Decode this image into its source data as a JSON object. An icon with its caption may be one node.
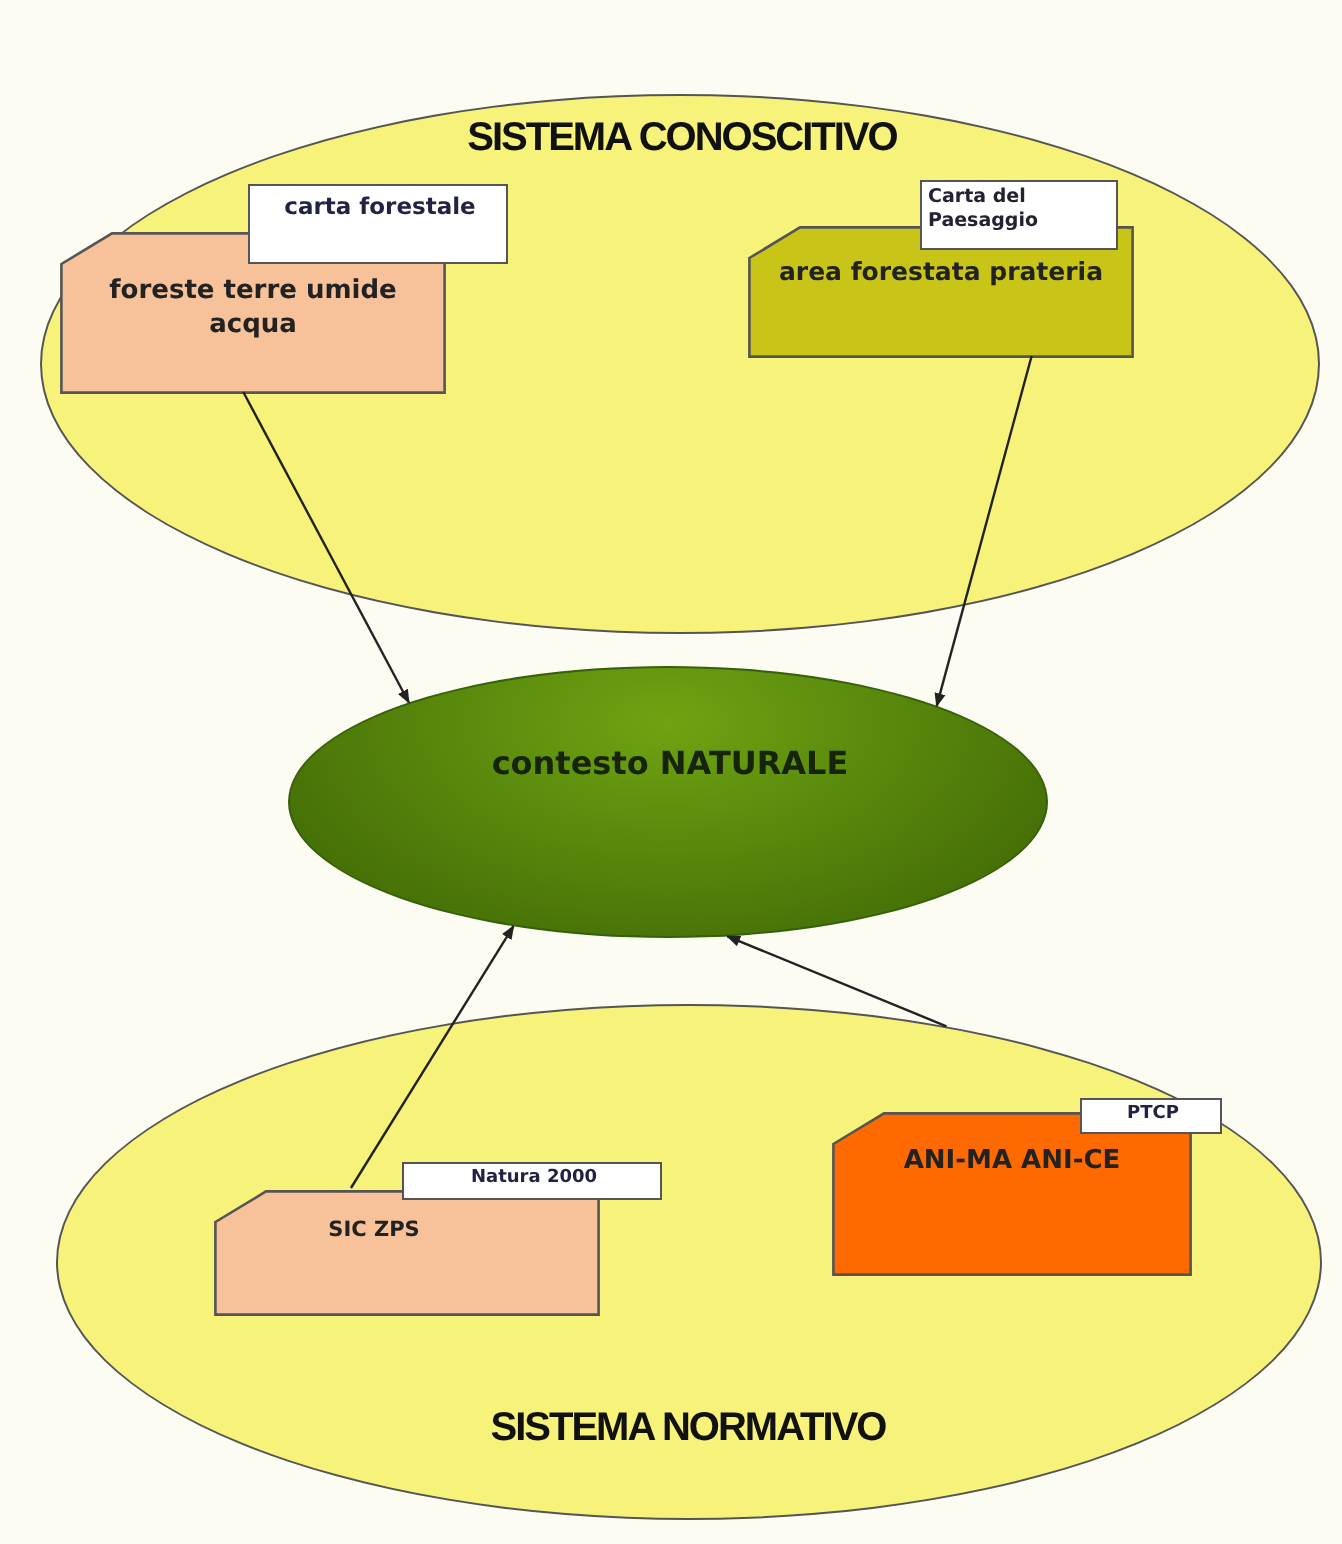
{
  "diagram": {
    "nodes": [
      {
        "text": [
          "SISTEMA CONOSCITIVO"
        ]
      },
      {
        "text": [
          "foreste terre umide acqua"
        ],
        "in": 0
      },
      {
        "text": [
          "carta forestale"
        ],
        "in": 0
      },
      {
        "text": [
          "area forestata prateria"
        ],
        "in": 0
      },
      {
        "text": [
          "Carta del Paesaggio"
        ],
        "in": 0
      },
      {
        "text": [
          "contesto NATURALE"
        ]
      },
      {
        "text": [
          "SISTEMA NORMATIVO"
        ]
      },
      {
        "text": [
          "SIC ZPS"
        ],
        "in": 6
      },
      {
        "text": [
          "Natura 2000"
        ],
        "in": 6
      },
      {
        "text": [
          "ANI-MA ANI-CE"
        ],
        "in": 6
      },
      {
        "text": [
          "PTCP"
        ],
        "in": 6
      }
    ],
    "edges": [
      {
        "from": 1,
        "to": 5,
        "arrow": "to"
      },
      {
        "from": 3,
        "to": 5,
        "arrow": "to"
      },
      {
        "from": 7,
        "to": 5,
        "arrow": "to"
      },
      {
        "from": 6,
        "to": 5,
        "arrow": "to"
      }
    ]
  }
}
